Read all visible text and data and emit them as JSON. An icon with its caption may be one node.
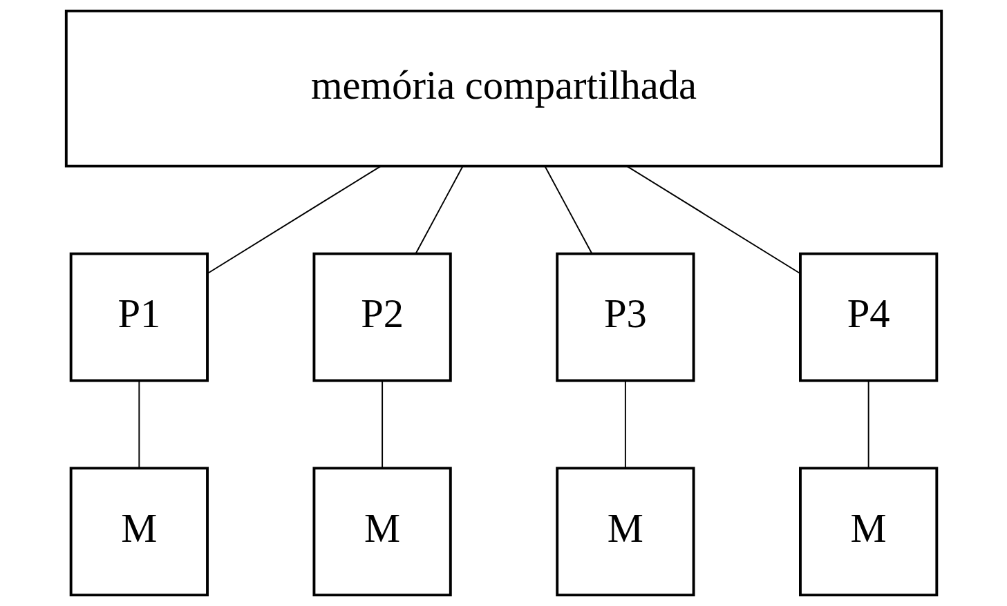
{
  "diagram": {
    "nodes": [
      {
        "text": [
          "memória compartilhada"
        ]
      },
      {
        "text": [
          "P1"
        ]
      },
      {
        "text": [
          "P2"
        ]
      },
      {
        "text": [
          "P3"
        ]
      },
      {
        "text": [
          "P4"
        ]
      },
      {
        "text": [
          "M"
        ]
      },
      {
        "text": [
          "M"
        ]
      },
      {
        "text": [
          "M"
        ]
      },
      {
        "text": [
          "M"
        ]
      }
    ],
    "edges": [
      {
        "from": 0,
        "to": 1,
        "arrow": "none"
      },
      {
        "from": 0,
        "to": 2,
        "arrow": "none"
      },
      {
        "from": 0,
        "to": 3,
        "arrow": "none"
      },
      {
        "from": 0,
        "to": 4,
        "arrow": "none"
      },
      {
        "from": 1,
        "to": 5,
        "arrow": "none"
      },
      {
        "from": 2,
        "to": 6,
        "arrow": "none"
      },
      {
        "from": 3,
        "to": 7,
        "arrow": "none"
      },
      {
        "from": 4,
        "to": 8,
        "arrow": "none"
      }
    ]
  }
}
